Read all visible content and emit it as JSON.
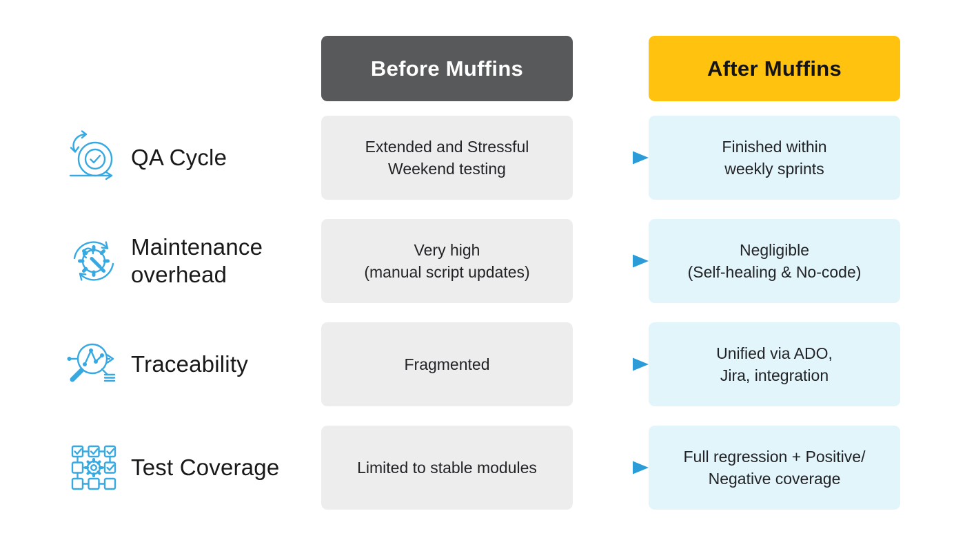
{
  "colors": {
    "before_header_bg": "#58595B",
    "after_header_bg": "#FFC20E",
    "before_cell_bg": "#EDEDEE",
    "after_cell_bg": "#E2F5FB",
    "icon_blue": "#37A9E2",
    "arrow_blue": "#2B9CD8",
    "arrow_gray": "#4E4F51"
  },
  "headers": {
    "before": "Before Muffins",
    "after": "After Muffins"
  },
  "rows": [
    {
      "icon": "agile-sprint-icon",
      "label": "QA Cycle",
      "before": "Extended and Stressful\nWeekend testing",
      "after": "Finished within\nweekly sprints"
    },
    {
      "icon": "maintenance-gear-icon",
      "label": "Maintenance overhead",
      "before": "Very high\n(manual script updates)",
      "after": "Negligible\n(Self-healing & No-code)"
    },
    {
      "icon": "traceability-magnifier-icon",
      "label": "Traceability",
      "before": "Fragmented",
      "after": "Unified via ADO,\nJira, integration"
    },
    {
      "icon": "test-coverage-icon",
      "label": "Test Coverage",
      "before": "Limited to stable modules",
      "after": "Full regression + Positive/\nNegative coverage"
    }
  ]
}
